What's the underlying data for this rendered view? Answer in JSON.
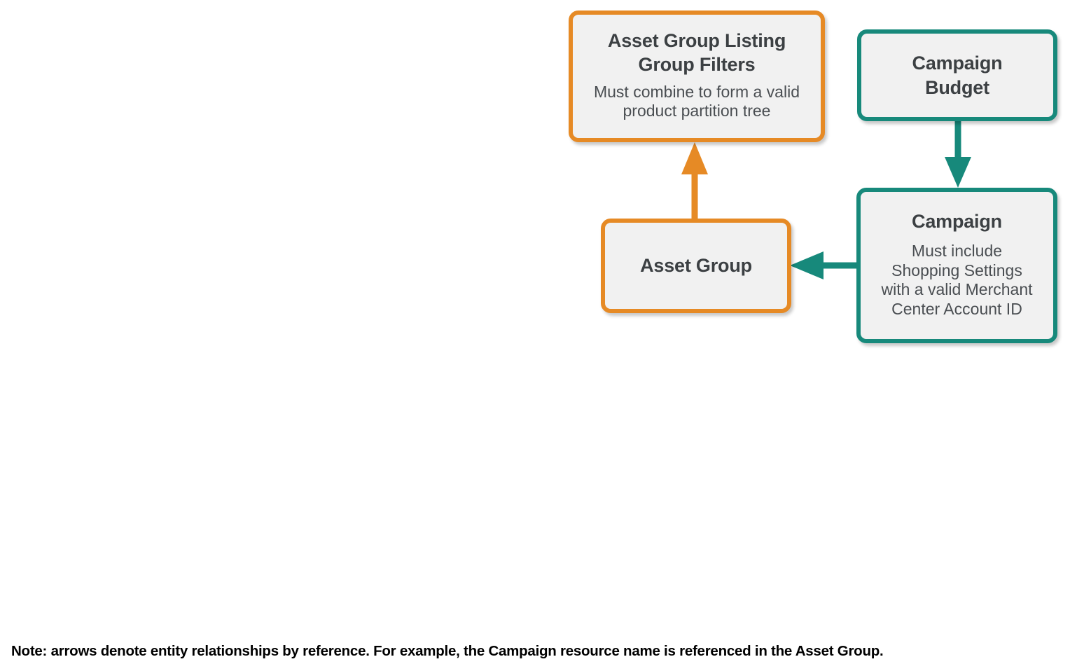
{
  "diagram": {
    "colors": {
      "orange": "#e68a25",
      "teal": "#17897b",
      "node_fill": "#f1f1f1",
      "title_text": "#3c4043",
      "subtitle_text": "#4a4e52",
      "background": "#ffffff"
    },
    "nodes": [
      {
        "id": "asset-group-listing-group-filters",
        "title": "Asset Group Listing\nGroup Filters",
        "subtitle": "Must combine to form a valid\nproduct partition tree",
        "accent": "orange"
      },
      {
        "id": "campaign-budget",
        "title": "Campaign\nBudget",
        "subtitle": "",
        "accent": "teal"
      },
      {
        "id": "asset-group",
        "title": "Asset Group",
        "subtitle": "",
        "accent": "orange"
      },
      {
        "id": "campaign",
        "title": "Campaign",
        "subtitle": "Must include\nShopping Settings\nwith a valid Merchant\nCenter Account ID",
        "accent": "teal"
      }
    ],
    "edges": [
      {
        "id": "asset-group-to-listing-filters",
        "from": "asset-group",
        "to": "asset-group-listing-group-filters",
        "direction": "up",
        "accent": "orange"
      },
      {
        "id": "campaign-budget-to-campaign",
        "from": "campaign-budget",
        "to": "campaign",
        "direction": "down",
        "accent": "teal"
      },
      {
        "id": "campaign-to-asset-group",
        "from": "campaign",
        "to": "asset-group",
        "direction": "left",
        "accent": "teal"
      }
    ],
    "note": "Note: arrows denote entity relationships by reference. For example, the Campaign resource name is referenced in the Asset Group."
  }
}
